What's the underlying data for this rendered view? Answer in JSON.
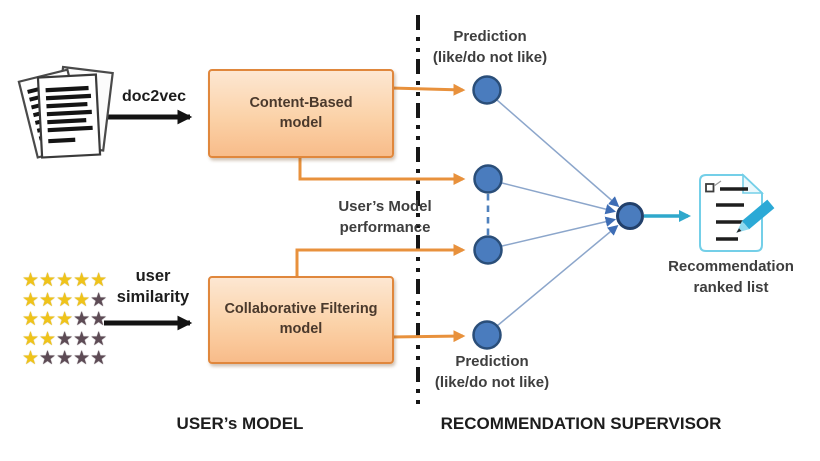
{
  "labels": {
    "doc2vec": "doc2vec",
    "user_similarity": "user\nsimilarity",
    "prediction_top": "Prediction\n(like/do not like)",
    "prediction_bottom": "Prediction\n(like/do not like)",
    "users_model_performance": "User’s Model\nperformance",
    "ranked_list": "Recommendation\nranked list",
    "left_section_title": "USER’s MODEL",
    "right_section_title": "RECOMMENDATION SUPERVISOR"
  },
  "nodes": {
    "content_based": "Content-Based\nmodel",
    "collaborative_filtering": "Collaborative Filtering\nmodel"
  },
  "stars": {
    "rows": [
      {
        "yellow": "★★★★★",
        "dark": ""
      },
      {
        "yellow": "★★★★",
        "dark": "★"
      },
      {
        "yellow": "★★★",
        "dark": "★★"
      },
      {
        "yellow": "★★",
        "dark": "★★★"
      },
      {
        "yellow": "★",
        "dark": "★★★★"
      }
    ]
  },
  "icons": {
    "documents": "documents-stack-icon",
    "ratings": "star-ratings-icon",
    "ranked_list": "ranked-list-pencil-icon"
  },
  "colors": {
    "box_fill_top": "#FDE7D2",
    "box_fill_bottom": "#F8BC8A",
    "box_border": "#E0873C",
    "arrow_orange": "#E8913C",
    "node_fill": "#4A7CBE",
    "node_border": "#2A4E79",
    "connector_blue": "#8CA6CB",
    "arrowhead_blue": "#3E6DB5",
    "teal_arrow": "#2FA8CC",
    "doc_icon_border": "#74CFE8",
    "separator_black": "#161616",
    "star_yellow": "#EFC319",
    "star_dark": "#5D4B55"
  }
}
